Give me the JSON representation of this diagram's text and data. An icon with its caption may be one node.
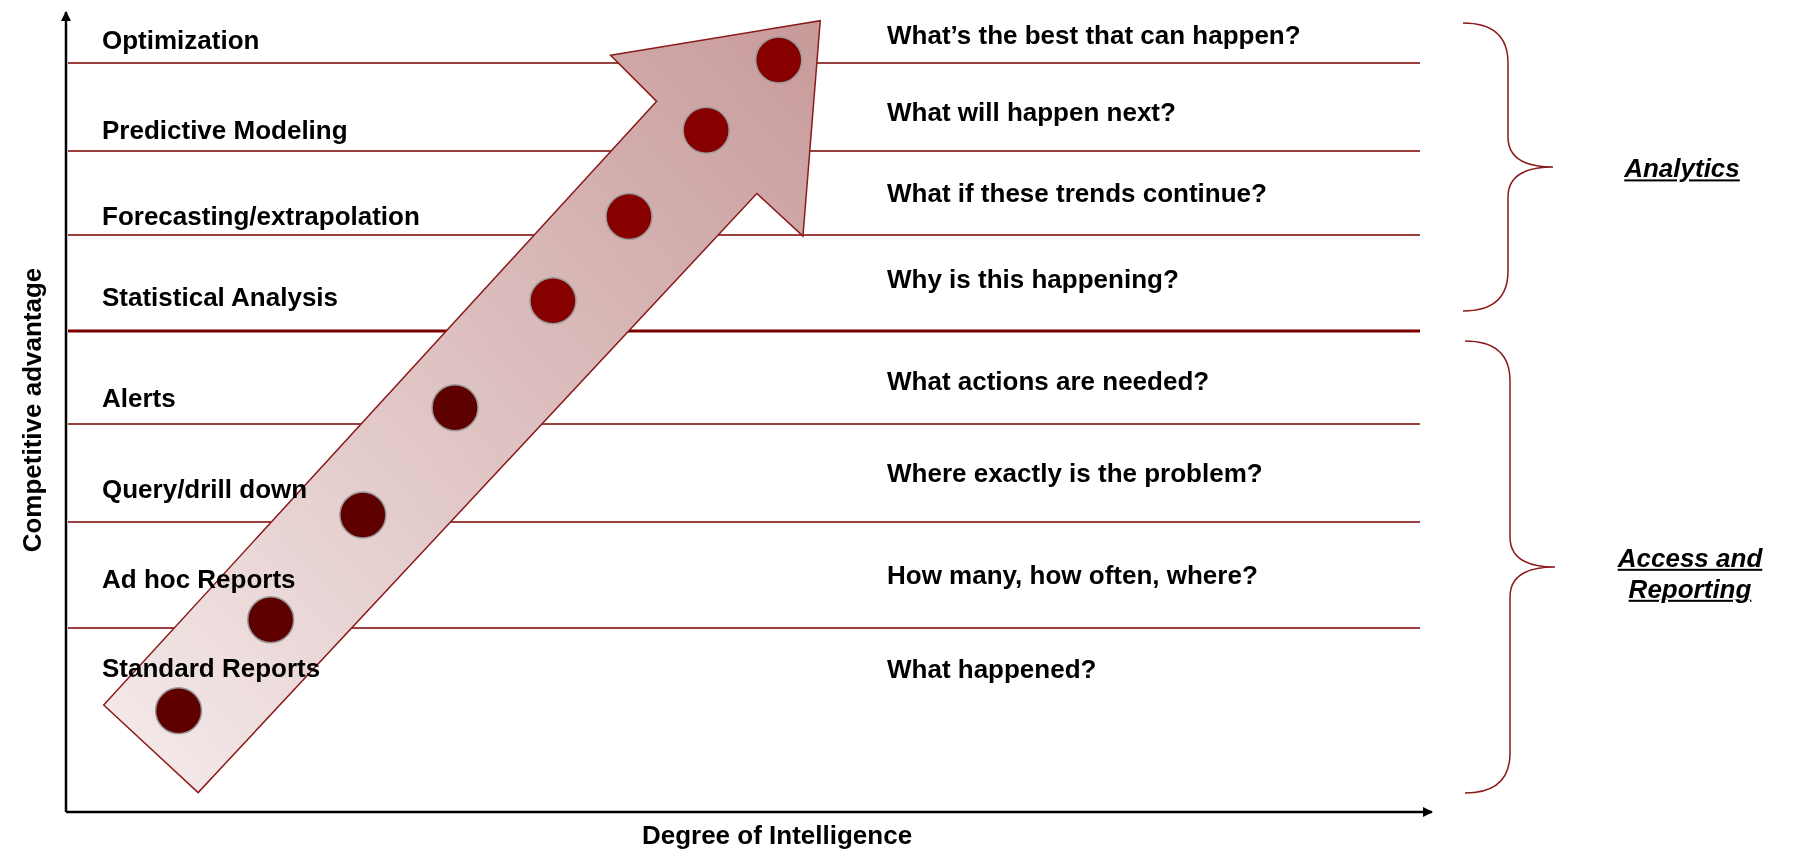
{
  "diagram": {
    "labels": [
      "Optimization",
      "What’s the best that can happen?",
      "Predictive Modeling",
      "What will happen next?",
      "Analytics",
      "Forecasting/extrapolation",
      "What if these trends continue?",
      "Statistical Analysis",
      "Why is this happening?",
      "Alerts",
      "What actions are needed?",
      "Query/drill down",
      "Where exactly is the problem?",
      "Access and Reporting",
      "Ad hoc Reports",
      "How many, how often, where?",
      "Standard Reports",
      "What happened?",
      "Competitive advantage",
      "Degree of Intelligence"
    ]
  }
}
